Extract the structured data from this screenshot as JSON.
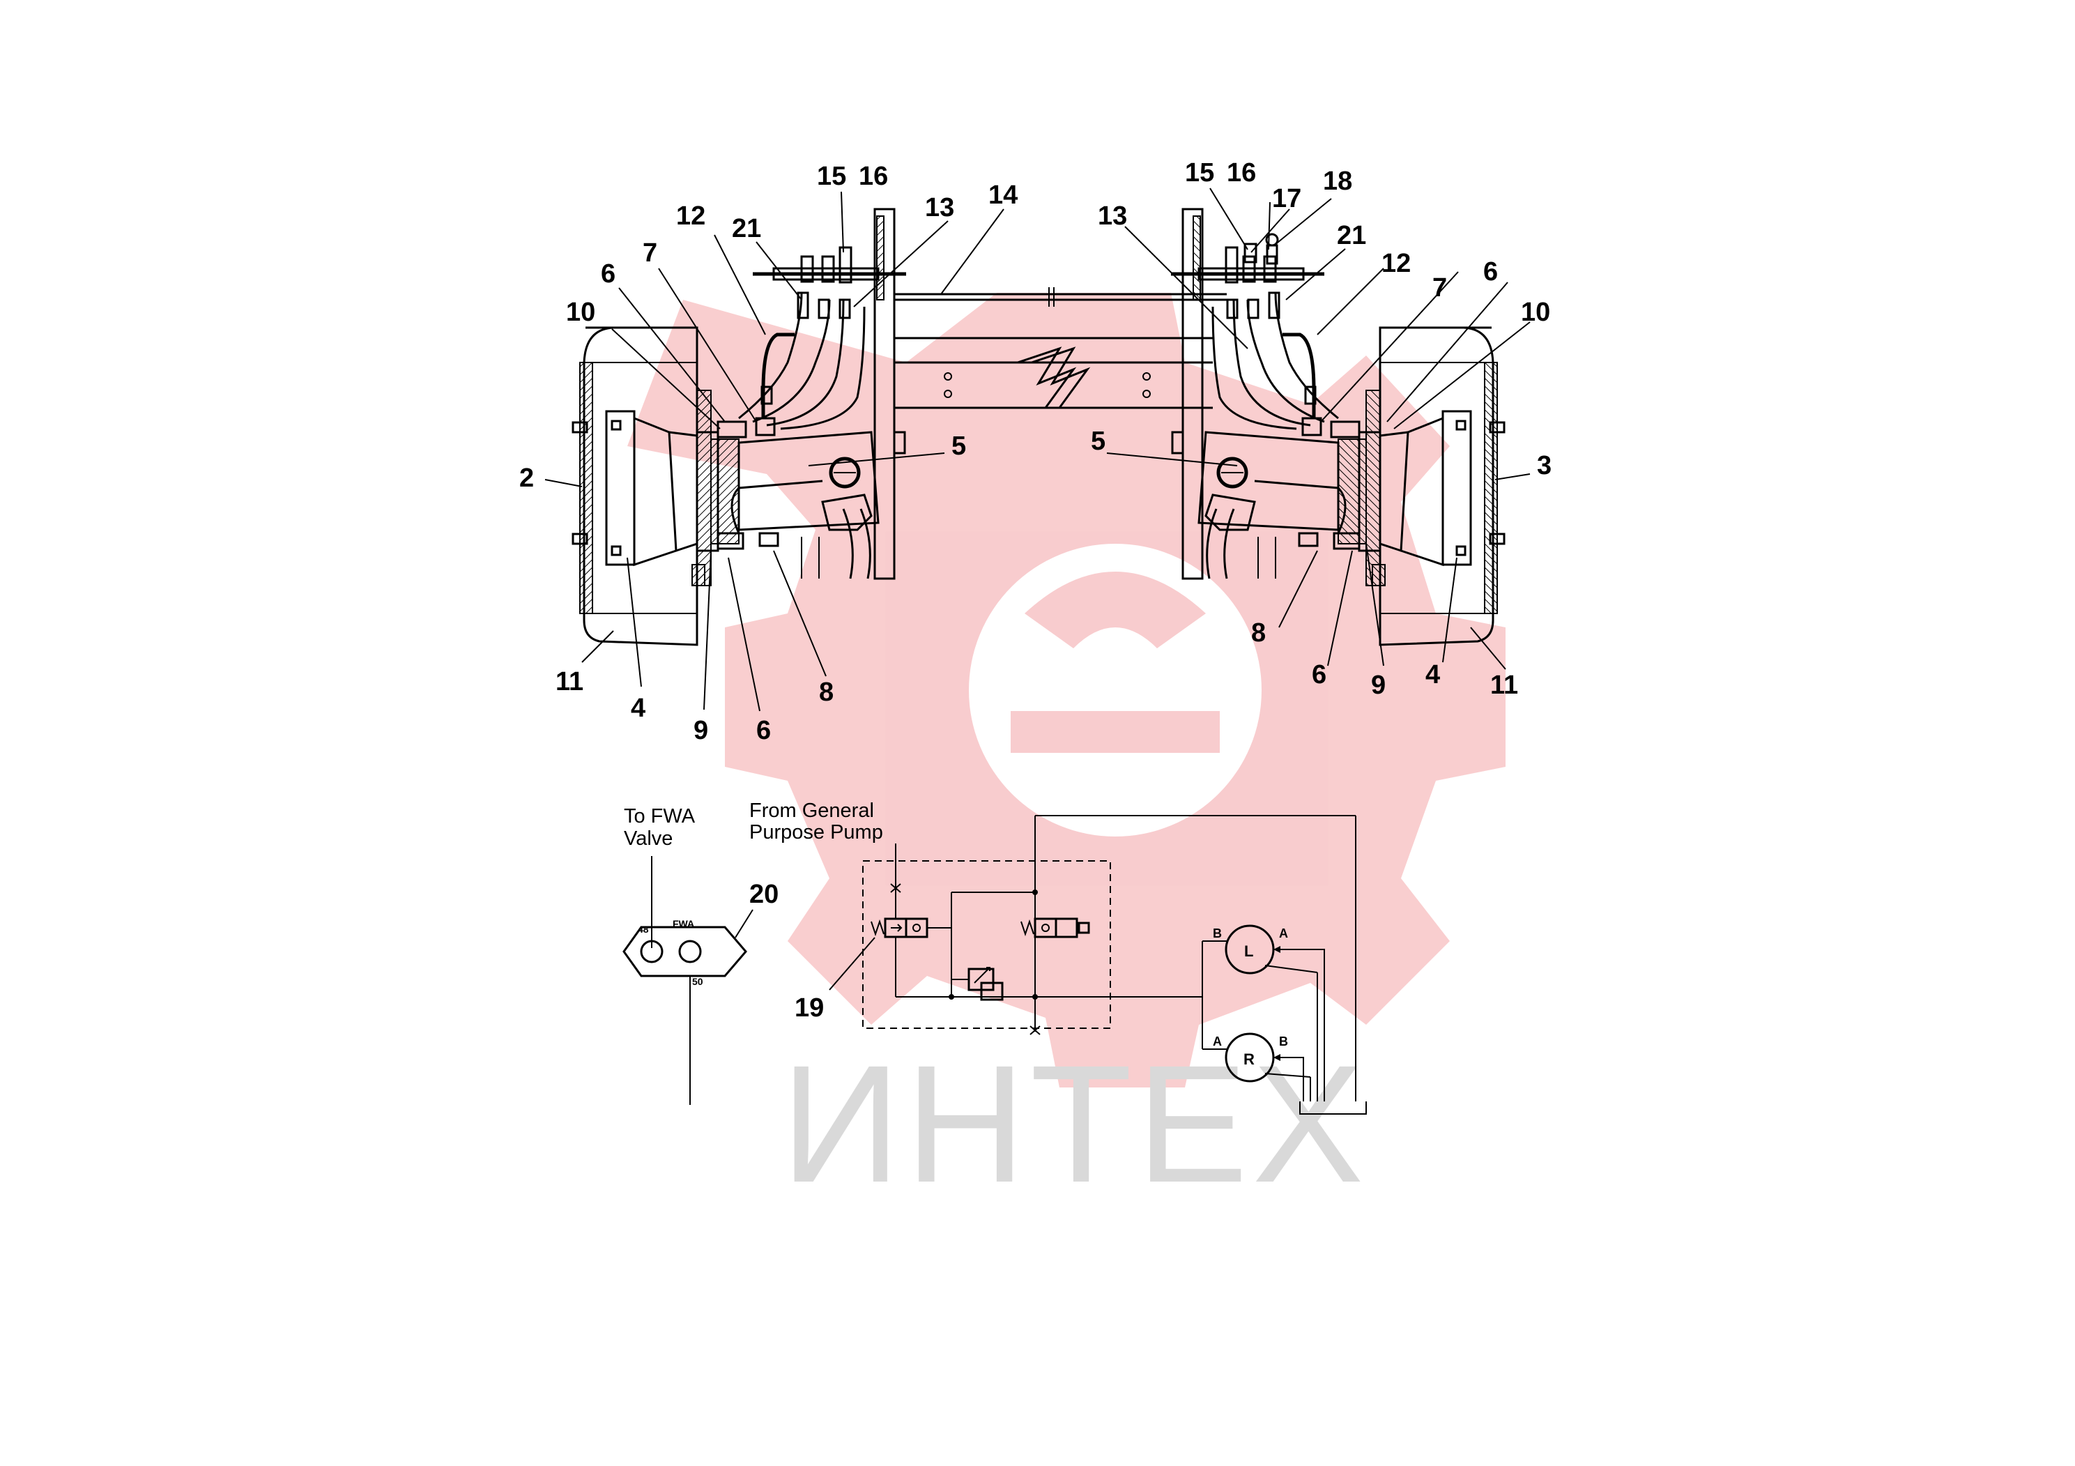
{
  "callouts": {
    "c2": "2",
    "c3": "3",
    "c4l": "4",
    "c4r": "4",
    "c5l": "5",
    "c5r": "5",
    "c6la": "6",
    "c6lb": "6",
    "c6ra": "6",
    "c6rb": "6",
    "c7l": "7",
    "c7r": "7",
    "c8l": "8",
    "c8r": "8",
    "c9l": "9",
    "c9r": "9",
    "c10l": "10",
    "c10r": "10",
    "c11l": "11",
    "c11r": "11",
    "c12l": "12",
    "c12r": "12",
    "c13l": "13",
    "c13r": "13",
    "c14": "14",
    "c15l": "15",
    "c15r": "15",
    "c16l": "16",
    "c16r": "16",
    "c17": "17",
    "c18": "18",
    "c19": "19",
    "c20": "20",
    "c21l": "21",
    "c21r": "21"
  },
  "schematic": {
    "to_fwa_line1": "To FWA",
    "to_fwa_line2": "Valve",
    "from_pump_line1": "From General",
    "from_pump_line2": "Purpose Pump",
    "fwa_label": "FWA",
    "pin_48": "48",
    "pin_50": "50",
    "motor_left": "L",
    "motor_right": "R",
    "port_a": "A",
    "port_b": "B"
  },
  "watermark": {
    "text": "ИНТЕХ",
    "color": "#e31e24"
  }
}
